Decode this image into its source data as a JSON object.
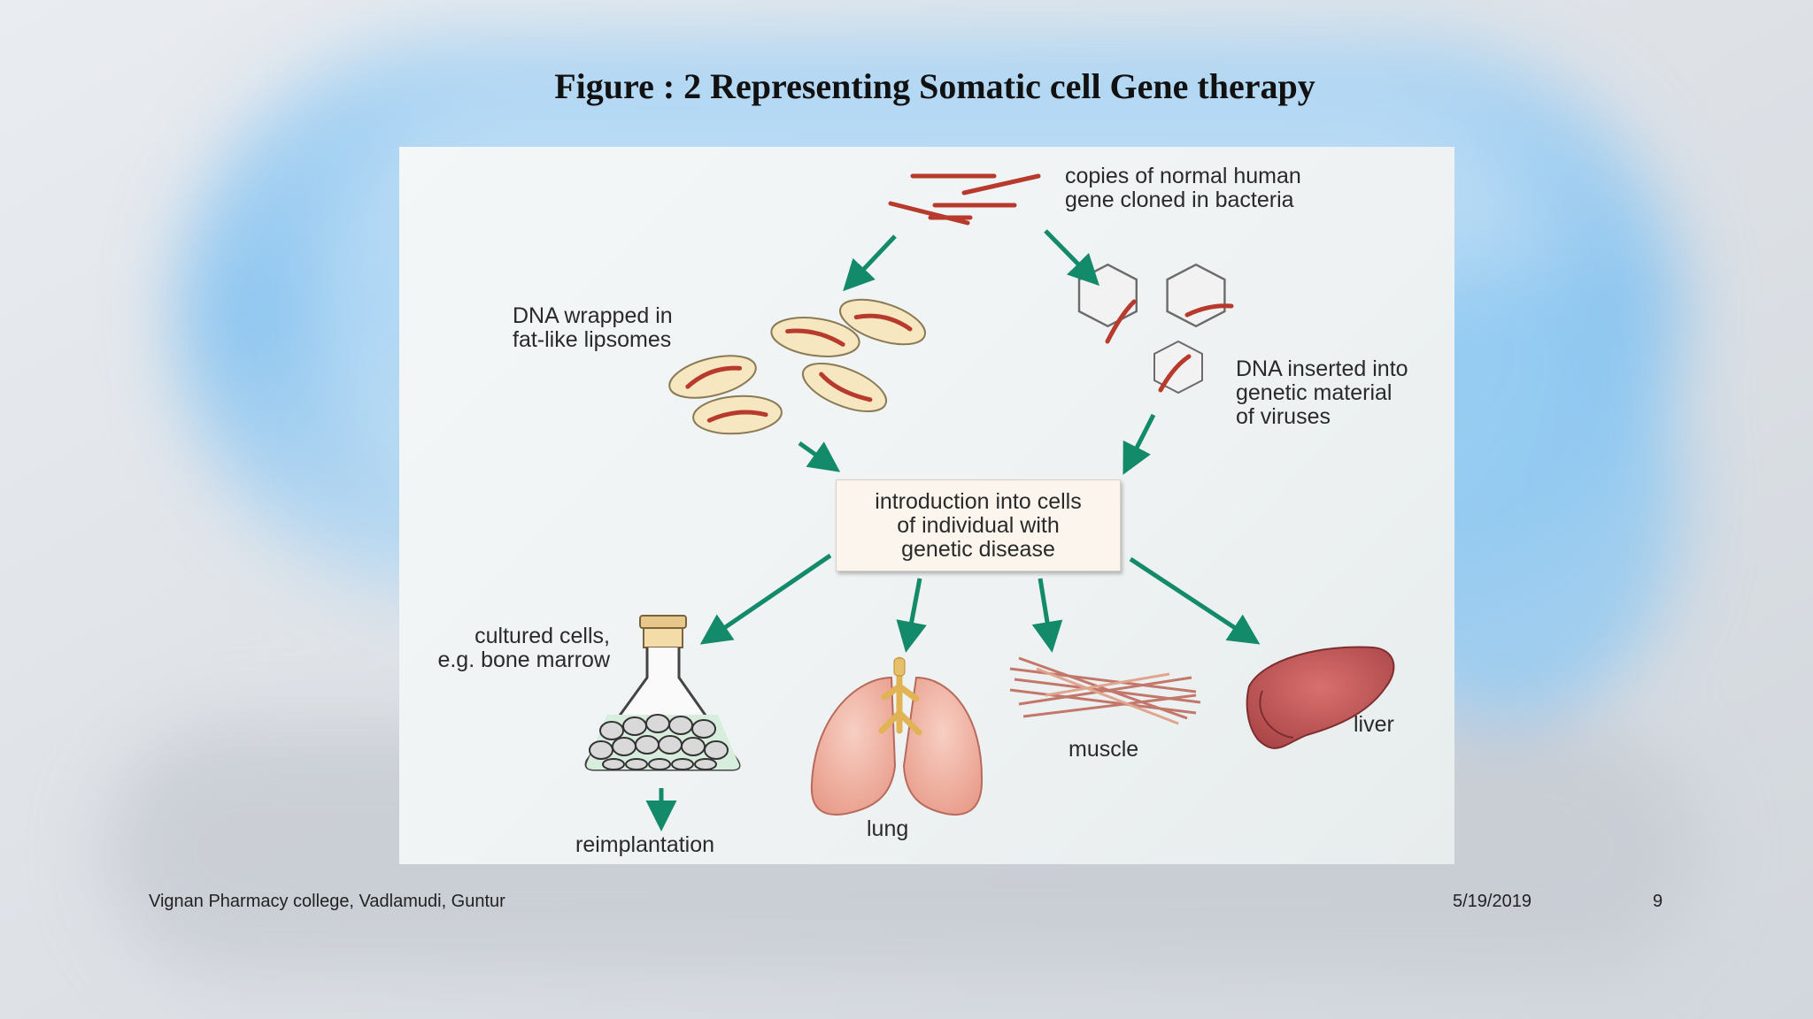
{
  "slide": {
    "title": "Figure : 2 Representing Somatic cell Gene therapy",
    "footer_left": "Vignan Pharmacy college, Vadlamudi, Guntur",
    "footer_date": "5/19/2019",
    "footer_page": "9"
  },
  "diagram": {
    "nodes": {
      "bacteria_genes": "copies of normal human\ngene cloned in bacteria",
      "liposomes": "DNA wrapped in\nfat-like lipsomes",
      "viruses": "DNA inserted into\ngenetic material\nof viruses",
      "introduction": "introduction into cells\nof individual with\ngenetic disease",
      "cultured_cells": "cultured cells,\ne.g. bone marrow",
      "reimplantation": "reimplantation",
      "lung": "lung",
      "muscle": "muscle",
      "liver": "liver"
    },
    "colors": {
      "arrow": "#138a6a",
      "dna": "#b83a2c",
      "liposome_fill": "#f6e7c1",
      "lung_fill": "#f0b3a4",
      "liver_fill": "#c4585a"
    }
  }
}
